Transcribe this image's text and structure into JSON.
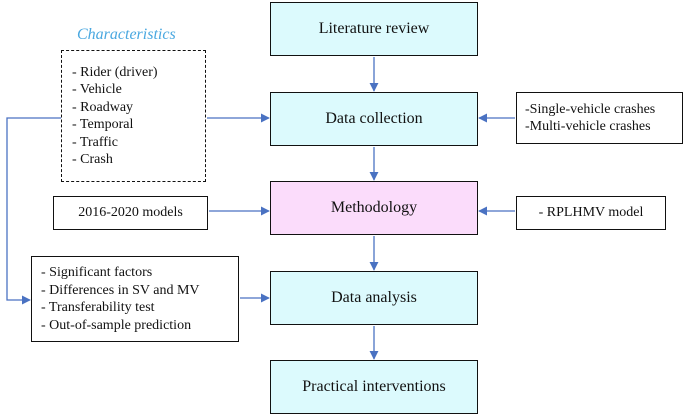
{
  "characteristics": {
    "caption": "Characteristics",
    "items": [
      "- Rider (driver)",
      "- Vehicle",
      "- Roadway",
      "- Temporal",
      "- Traffic",
      "- Crash"
    ]
  },
  "flow": {
    "literature_review": "Literature review",
    "data_collection": "Data collection",
    "methodology": "Methodology",
    "data_analysis": "Data analysis",
    "practical_interventions": "Practical interventions"
  },
  "crash_types": [
    "-Single-vehicle crashes",
    "-Multi-vehicle crashes"
  ],
  "models_input": "2016-2020 models",
  "model_name": "- RPLHMV model",
  "analysis_results": [
    "- Significant factors",
    "- Differences in SV and MV",
    "- Transferability test",
    "- Out-of-sample prediction"
  ],
  "colors": {
    "main_box_fill": "#dcfafd",
    "methodology_fill": "#fbdcfb",
    "arrow": "#4a72c2",
    "caption": "#4aa8e0"
  }
}
